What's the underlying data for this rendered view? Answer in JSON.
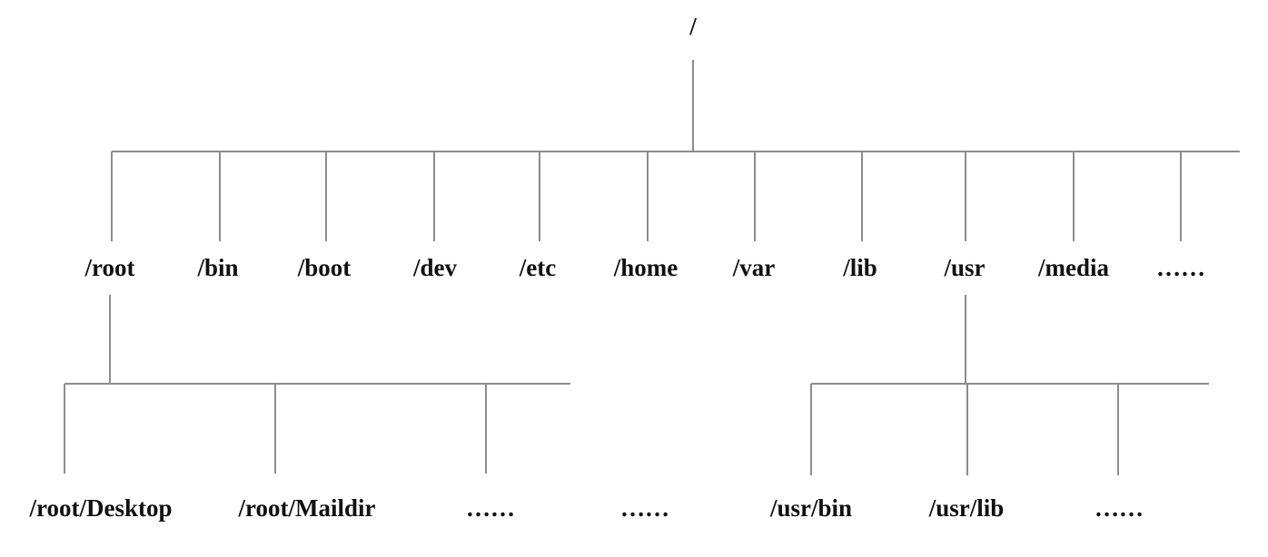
{
  "tree": {
    "root": {
      "label": "/"
    },
    "level1": [
      {
        "label": "/root"
      },
      {
        "label": "/bin"
      },
      {
        "label": "/boot"
      },
      {
        "label": "/dev"
      },
      {
        "label": "/etc"
      },
      {
        "label": "/home"
      },
      {
        "label": "/var"
      },
      {
        "label": "/lib"
      },
      {
        "label": "/usr"
      },
      {
        "label": "/media"
      },
      {
        "label": "……"
      }
    ],
    "root_children": [
      {
        "label": "/root/Desktop"
      },
      {
        "label": "/root/Maildir"
      },
      {
        "label": "……"
      },
      {
        "label": "……"
      }
    ],
    "usr_children": [
      {
        "label": "/usr/bin"
      },
      {
        "label": "/usr/lib"
      },
      {
        "label": "……"
      }
    ]
  }
}
